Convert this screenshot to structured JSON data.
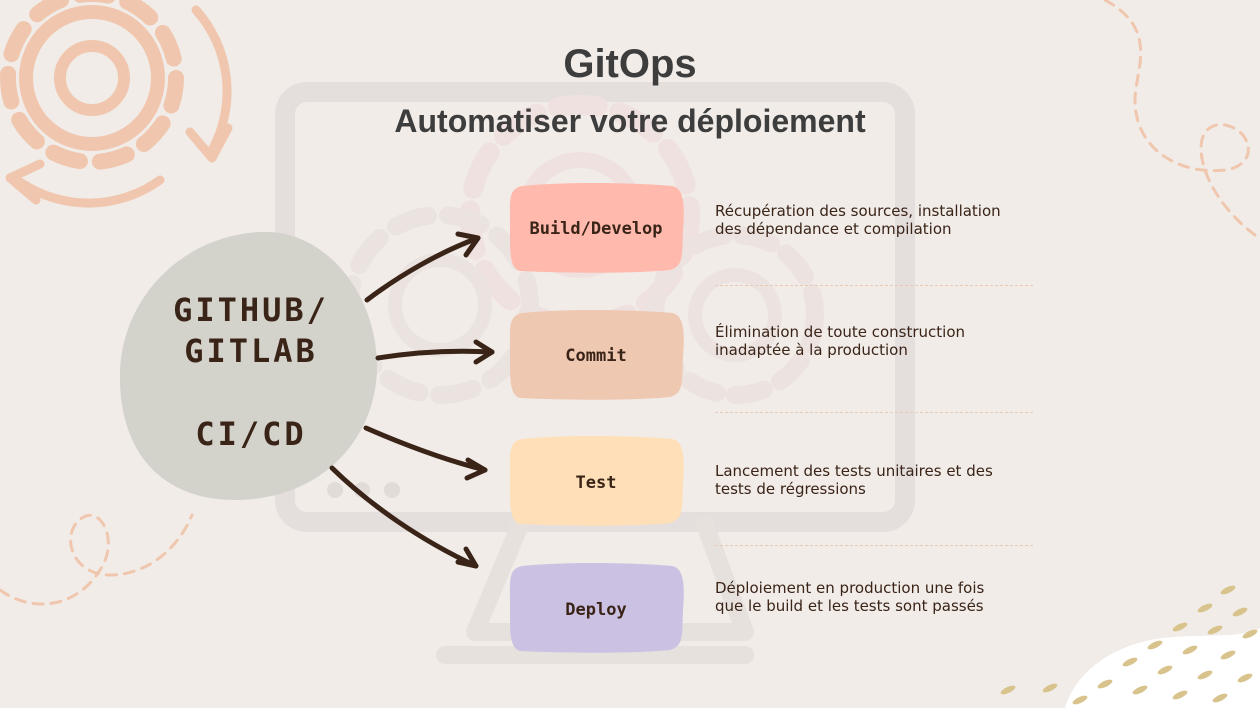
{
  "title": "GitOps",
  "subtitle": "Automatiser votre déploiement",
  "source": {
    "line1": "GITHUB/",
    "line2": "GITLAB",
    "line3": "CI/CD"
  },
  "steps": [
    {
      "label": "Build/Develop",
      "color": "#ffb9ad",
      "description_line1": "Récupération des sources, installation",
      "description_line2": "des dépendance et compilation"
    },
    {
      "label": "Commit",
      "color": "#efc8b2",
      "description_line1": "Élimination de toute construction",
      "description_line2": "inadaptée à la production"
    },
    {
      "label": "Test",
      "color": "#ffdfb7",
      "description_line1": "Lancement des tests unitaires et des",
      "description_line2": "tests de régressions"
    },
    {
      "label": "Deploy",
      "color": "#cbc2e3",
      "description_line1": "Déploiement en production une fois",
      "description_line2": "que le build et les tests sont passés"
    }
  ],
  "colors": {
    "background": "#f1ece8",
    "source_blob": "#d3d2cb",
    "arrow": "#3a2418",
    "decoration_peach": "#f0c7ae",
    "decoration_gold": "#d7c38b"
  },
  "icons": [
    "gear-cycle-icon",
    "monitor-gears-icon",
    "arrow-icon"
  ]
}
